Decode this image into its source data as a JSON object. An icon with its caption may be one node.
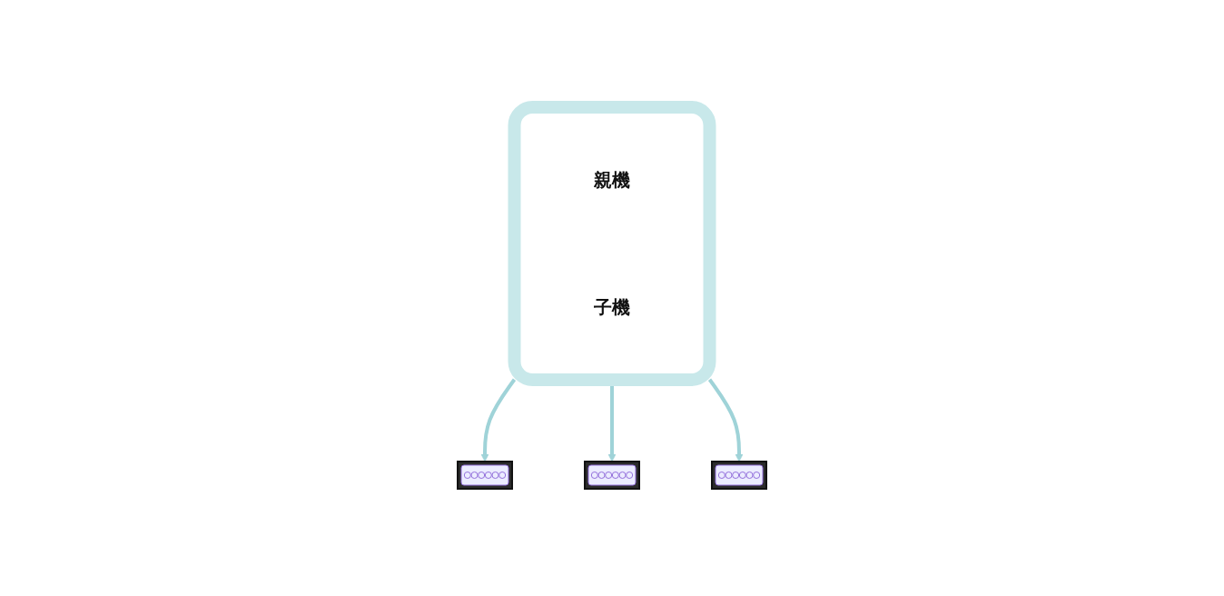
{
  "diagram": {
    "nodes": [
      {
        "text": [],
        "shape": "box"
      },
      {
        "text": [
          "親機"
        ],
        "in": 0
      },
      {
        "text": [
          "子機"
        ],
        "in": 0
      },
      {
        "text": [],
        "shape": "picture"
      },
      {
        "text": [],
        "shape": "picture"
      },
      {
        "text": [],
        "shape": "picture"
      }
    ],
    "edges": [
      {
        "from": 0,
        "to": 3,
        "arrow": "to"
      },
      {
        "from": 0,
        "to": 4,
        "arrow": "to"
      },
      {
        "from": 0,
        "to": 5,
        "arrow": "to"
      }
    ]
  }
}
